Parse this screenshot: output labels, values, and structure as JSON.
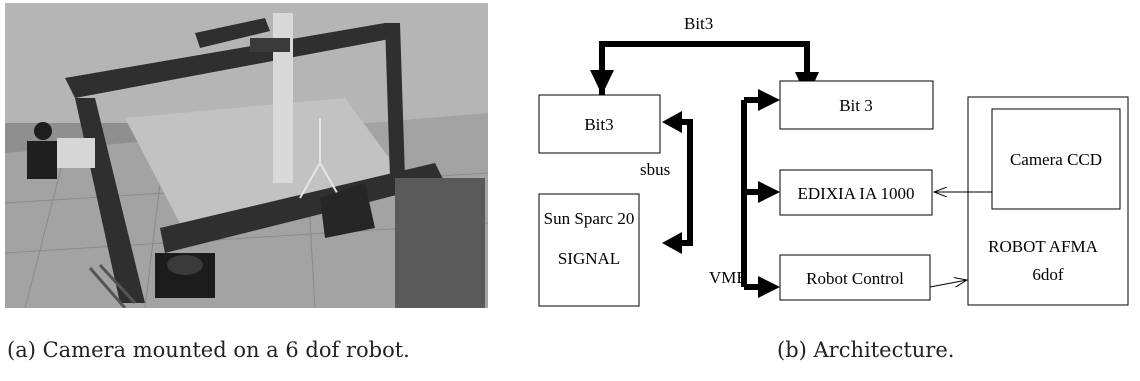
{
  "captions": {
    "a": "(a) Camera mounted on a 6 dof robot.",
    "b": "(b) Architecture."
  },
  "photo": {
    "description_icon": "robot-gantry-photo",
    "tones": {
      "dark": "#2e2e2e",
      "mid": "#7a7a7a",
      "light": "#c9c9c9",
      "floor": "#9c9c9c"
    }
  },
  "diagram": {
    "top_bus_label": "Bit3",
    "sbus_label": "sbus",
    "vme_label": "VME",
    "boxes": {
      "bit3_left": "Bit3",
      "bit3_right": "Bit 3",
      "sun_line1": "Sun Sparc 20",
      "sun_line2": "SIGNAL",
      "edixia": "EDIXIA IA 1000",
      "robot_control": "Robot Control",
      "camera": "Camera CCD",
      "robot_line1": "ROBOT AFMA",
      "robot_line2": "6dof"
    }
  }
}
